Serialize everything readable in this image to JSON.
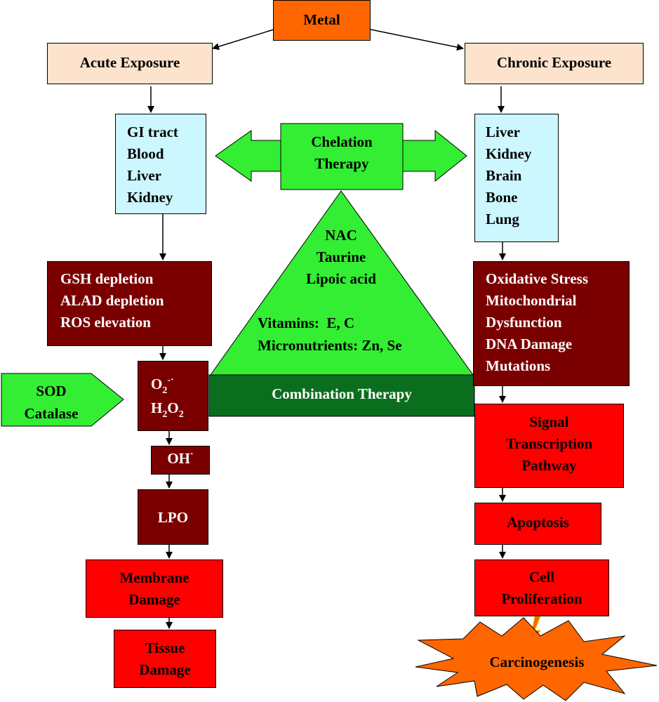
{
  "colors": {
    "metal": "#ff6600",
    "exposure": "#fde3cc",
    "organ": "#ccf7ff",
    "dark_red": "#7a0000",
    "red": "#ff0000",
    "green": "#33ee33",
    "dark_green": "#0b6e1e",
    "star": "#ff6600"
  },
  "top": {
    "metal": "Metal"
  },
  "acute": {
    "title": "Acute Exposure",
    "organs": [
      "GI tract",
      "Blood",
      "Liver",
      "Kidney"
    ],
    "effects": [
      "GSH depletion",
      "ALAD depletion",
      "ROS elevation"
    ],
    "ros": {
      "superoxide_base": "O",
      "superoxide_sub": "2",
      "superoxide_sup": "-·",
      "peroxide_h": "H",
      "peroxide_h_sub": "2",
      "peroxide_o": "O",
      "peroxide_o_sub": "2"
    },
    "hydroxyl_base": "OH",
    "hydroxyl_sup": "·",
    "lpo": "LPO",
    "membrane": [
      "Membrane",
      "Damage"
    ],
    "tissue": [
      "Tissue",
      "Damage"
    ],
    "enzymes": [
      "SOD",
      "Catalase"
    ]
  },
  "chronic": {
    "title": "Chronic Exposure",
    "organs": [
      "Liver",
      "Kidney",
      "Brain",
      "Bone",
      "Lung"
    ],
    "effects": [
      "Oxidative Stress",
      "Mitochondrial",
      "Dysfunction",
      "DNA Damage",
      "Mutations"
    ],
    "signal": [
      "Signal",
      "Transcription",
      "Pathway"
    ],
    "apoptosis": "Apoptosis",
    "proliferation": [
      "Cell",
      "Proliferation"
    ],
    "carcinogenesis": "Carcinogenesis"
  },
  "therapy": {
    "chelation": [
      "Chelation",
      "Therapy"
    ],
    "antioxidants": [
      "NAC",
      "Taurine",
      "Lipoic acid"
    ],
    "vitamins": "Vitamins:  E, C",
    "micronutrients": "Micronutrients: Zn, Se",
    "combination": "Combination Therapy"
  }
}
